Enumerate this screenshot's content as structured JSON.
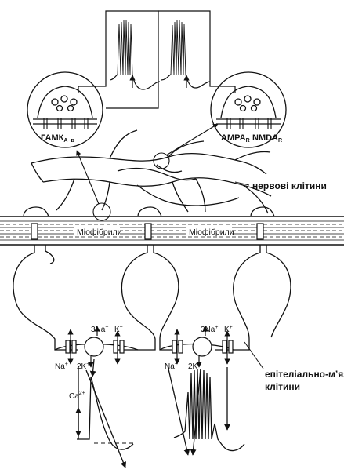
{
  "labels": {
    "gaba_main": "ГАМК",
    "gaba_sub": "А−в",
    "ampa_main": "AMPA",
    "ampa_sub": "R",
    "nmda_main": "NMDA",
    "nmda_sub": "R",
    "nerve_cells": "нервові клітини",
    "myofibrils_left": "Міофібрили",
    "myofibrils_right": "Міофібрили",
    "na_pump_left": "3Na",
    "k_left": "K",
    "two_k_left": "2K",
    "na_left": "Na",
    "na_pump_right": "3Na",
    "k_right": "K",
    "two_k_right": "2K",
    "na_right": "Na",
    "ca": "Ca",
    "ca_sup": "2+",
    "plus": "+",
    "epithelial_line1": "епітеліально-м’язові",
    "epithelial_line2": "клітини"
  },
  "colors": {
    "ink": "#111111",
    "background": "#ffffff"
  }
}
